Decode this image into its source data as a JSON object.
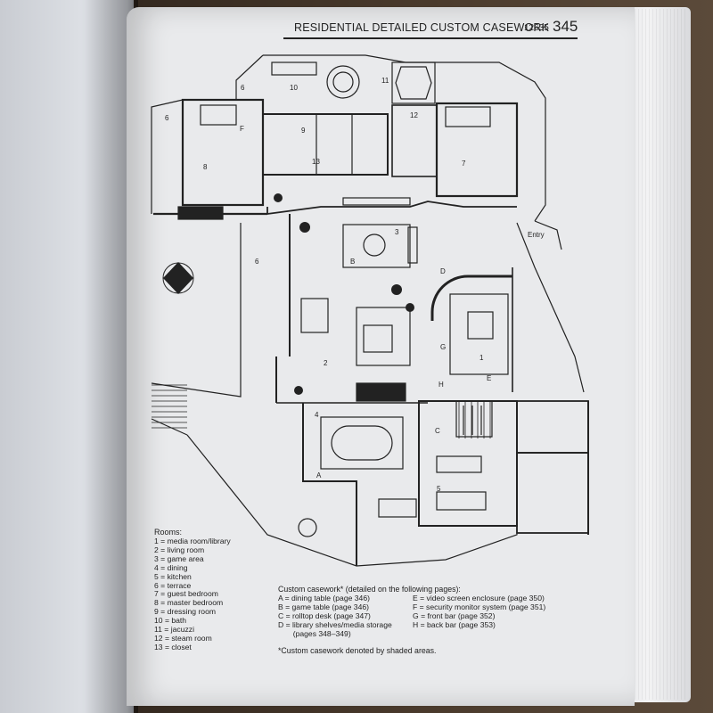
{
  "header": {
    "title": "RESIDENTIAL DETAILED CUSTOM CASEWORK",
    "section_number": "12635",
    "page_number": "345"
  },
  "plan_labels": {
    "room_numbers": [
      "1",
      "2",
      "3",
      "4",
      "5",
      "6",
      "6",
      "6",
      "7",
      "8",
      "9",
      "10",
      "11",
      "12",
      "13"
    ],
    "casework_letters": [
      "A",
      "B",
      "C",
      "D",
      "E",
      "F",
      "G",
      "H"
    ],
    "entry": "Entry"
  },
  "rooms": {
    "title": "Rooms:",
    "items": [
      "1  =  media room/library",
      "2  =  living room",
      "3  =  game area",
      "4  =  dining",
      "5  =  kitchen",
      "6  =  terrace",
      "7  =  guest bedroom",
      "8  =  master bedroom",
      "9  =  dressing room",
      "10  =  bath",
      "11  =  jacuzzi",
      "12  =  steam room",
      "13  =  closet"
    ]
  },
  "casework": {
    "title": "Custom casework* (detailed on the following pages):",
    "left": [
      "A  =  dining table (page 346)",
      "B  =  game table (page 346)",
      "C  =  rolltop desk (page 347)",
      "D  =  library shelves/media storage",
      "       (pages 348–349)"
    ],
    "right": [
      "E  =  video screen enclosure (page 350)",
      "F  =  security monitor system (page 351)",
      "G  =  front bar (page 352)",
      "H  =  back bar (page 353)"
    ]
  },
  "footnote": "*Custom casework denoted by shaded areas.",
  "colors": {
    "ink": "#222222",
    "paper": "#e9eaec"
  }
}
